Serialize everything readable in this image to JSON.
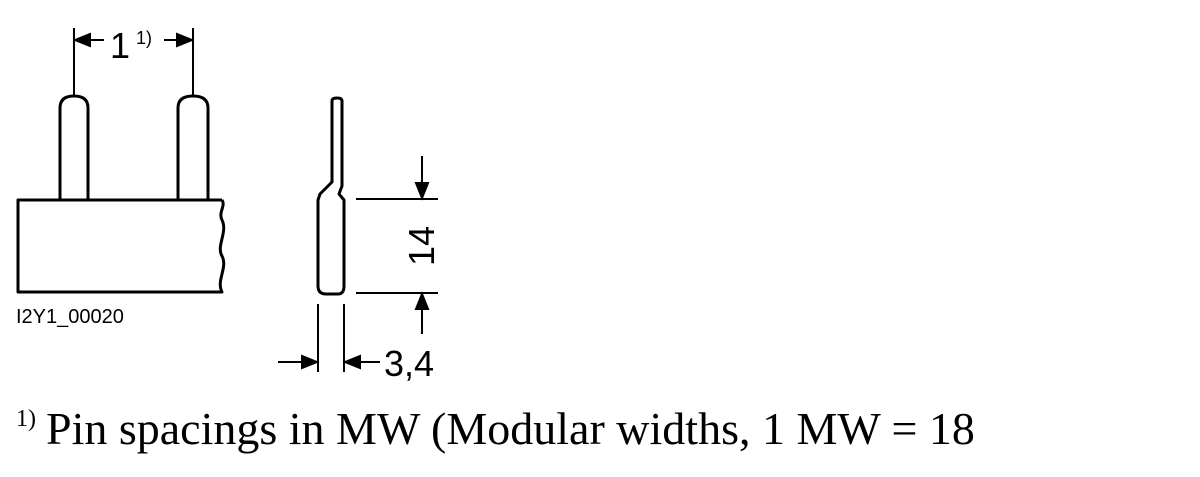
{
  "drawing": {
    "pin_spacing_value": "1",
    "pin_spacing_mark": "1)",
    "drawing_id": "I2Y1_00020",
    "height_value": "14",
    "thickness_value": "3,4"
  },
  "footnote": {
    "mark": "1)",
    "text": "Pin spacings in MW (Modular widths, 1 MW = 18"
  }
}
